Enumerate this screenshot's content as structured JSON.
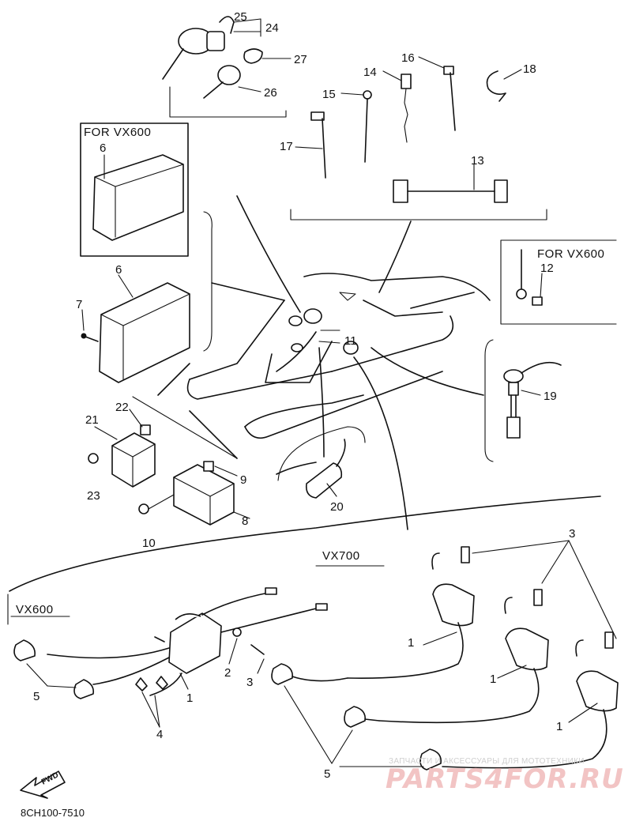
{
  "diagram": {
    "code": "8CH100-7510",
    "direction_label": "FWD",
    "section_labels": {
      "vx600_box_top": "FOR VX600",
      "vx600_box_right": "FOR VX600",
      "vx700": "VX700",
      "vx600": "VX600"
    },
    "callouts": {
      "c1a": "1",
      "c1b": "1",
      "c1c": "1",
      "c1d": "1",
      "c2": "2",
      "c3a": "3",
      "c3b": "3",
      "c4": "4",
      "c5a": "5",
      "c5b": "5",
      "c6a": "6",
      "c6b": "6",
      "c7": "7",
      "c8": "8",
      "c9": "9",
      "c10": "10",
      "c11": "11",
      "c12": "12",
      "c13": "13",
      "c14": "14",
      "c15": "15",
      "c16": "16",
      "c17": "17",
      "c18": "18",
      "c19": "19",
      "c20": "20",
      "c21": "21",
      "c22": "22",
      "c23": "23",
      "c24": "24",
      "c25": "25",
      "c26": "26",
      "c27": "27"
    }
  },
  "watermark": {
    "top_text": "ЗАПЧАСТИ И АКСЕССУАРЫ ДЛЯ МОТОТЕХНИКИ",
    "logo_text": "PARTS4FOR.RU"
  }
}
